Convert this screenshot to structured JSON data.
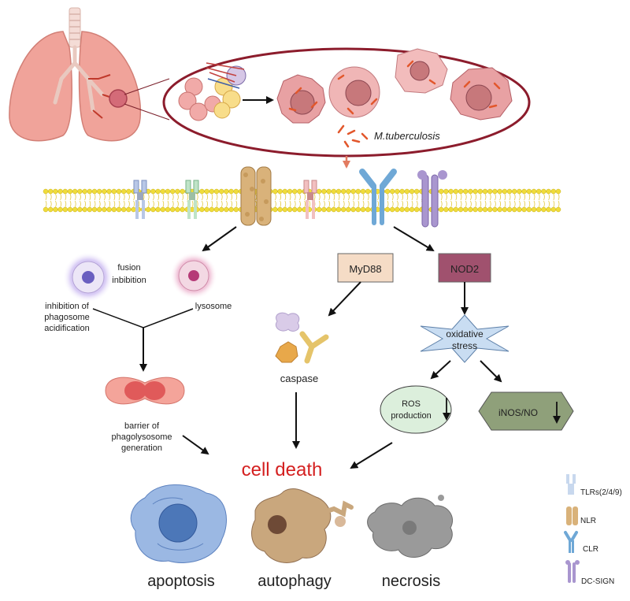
{
  "labels": {
    "pathogen": "M.tuberculosis",
    "fusion": "fusion",
    "inbibition": "inbibition",
    "inhibition_1": "inhibition of",
    "inhibition_2": "phagosome",
    "inhibition_3": "acidification",
    "lysosome": "lysosome",
    "barrier_1": "barrier of",
    "barrier_2": "phagolysosome",
    "barrier_3": "generation",
    "myd88": "MyD88",
    "nod2": "NOD2",
    "caspase": "caspase",
    "oxidative_1": "oxidative",
    "oxidative_2": "stress",
    "ros_1": "ROS",
    "ros_2": "production",
    "inos": "iNOS/NO",
    "cell_death": "cell death",
    "apoptosis": "apoptosis",
    "autophagy": "autophagy",
    "necrosis": "necrosis"
  },
  "legend": [
    {
      "label": "TLRs(2/4/9)",
      "icon": "tlr-icon"
    },
    {
      "label": "NLR",
      "icon": "nlr-icon"
    },
    {
      "label": "CLR",
      "icon": "clr-icon"
    },
    {
      "label": "DC-SIGN",
      "icon": "dc-sign-icon"
    }
  ],
  "colors": {
    "cell_death": "#d42020",
    "myd88_fill": "#f5dcc6",
    "nod2_fill": "#a0516e",
    "star_fill": "#c9ddf2",
    "ros_fill": "#dcefdc",
    "inos_fill": "#8fa07a",
    "membrane": "#f0dc3a"
  }
}
